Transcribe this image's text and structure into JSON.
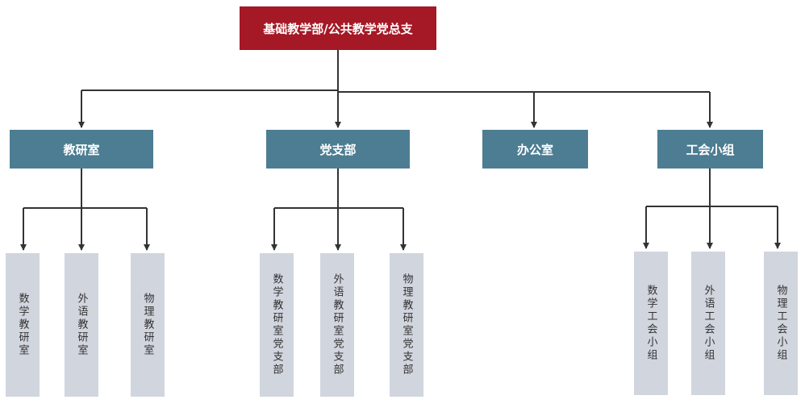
{
  "root": {
    "label": "基础教学部/公共教学党总支"
  },
  "departments": [
    {
      "label": "教研室",
      "children": [
        "数学教研室",
        "外语教研室",
        "物理教研室"
      ]
    },
    {
      "label": "党支部",
      "children": [
        "数学教研室党支部",
        "外语教研室党支部",
        "物理教研室党支部"
      ]
    },
    {
      "label": "办公室",
      "children": []
    },
    {
      "label": "工会小组",
      "children": [
        "数学工会小组",
        "外语工会小组",
        "物理工会小组"
      ]
    }
  ],
  "colors": {
    "root_fill": "#a51825",
    "department_fill": "#4c7d92",
    "leaf_fill": "#d1d5de",
    "connector": "#333333"
  }
}
